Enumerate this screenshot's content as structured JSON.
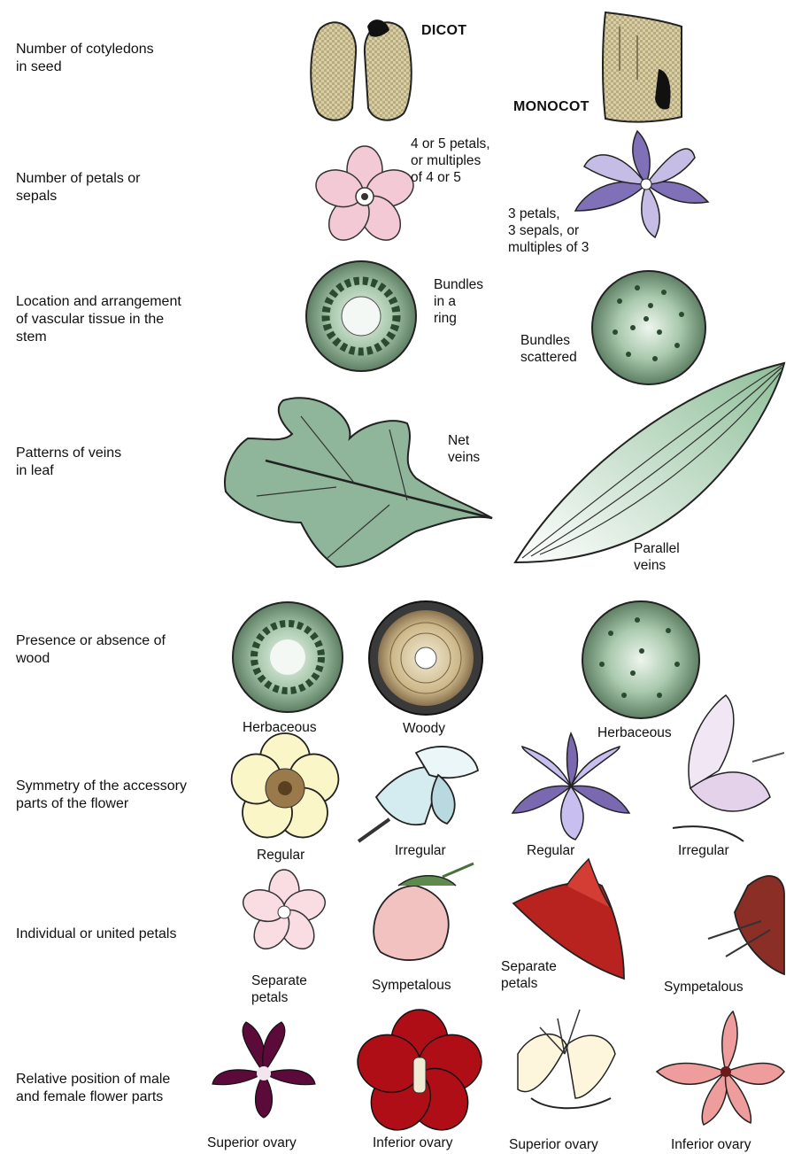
{
  "rows": [
    {
      "label": "Number of cotyledons\nin seed"
    },
    {
      "label": "Number of petals or\nsepals"
    },
    {
      "label": "Location and arrangement\nof vascular tissue in the\nstem"
    },
    {
      "label": "Patterns of veins\nin leaf"
    },
    {
      "label": "Presence or absence of\nwood"
    },
    {
      "label": "Symmetry of the accessory\nparts of the flower"
    },
    {
      "label": "Individual or united petals"
    },
    {
      "label": "Relative position of male\nand female flower parts"
    }
  ],
  "headers": {
    "dicot": "DICOT",
    "monocot": "MONOCOT"
  },
  "captions": {
    "dicot_petals": "4 or 5 petals,\nor multiples\nof 4 or 5",
    "monocot_petals": "3 petals,\n3 sepals, or\nmultiples of 3",
    "bundles_ring": "Bundles\nin a\nring",
    "bundles_scattered": "Bundles\nscattered",
    "net_veins": "Net\nveins",
    "parallel_veins": "Parallel\nveins",
    "herbaceous_1": "Herbaceous",
    "woody": "Woody",
    "herbaceous_2": "Herbaceous",
    "regular_1": "Regular",
    "irregular_1": "Irregular",
    "regular_2": "Regular",
    "irregular_2": "Irregular",
    "separate_1": "Separate\npetals",
    "sympetalous_1": "Sympetalous",
    "separate_2": "Separate\npetals",
    "sympetalous_2": "Sympetalous",
    "superior_1": "Superior ovary",
    "inferior_1": "Inferior ovary",
    "superior_2": "Superior ovary",
    "inferior_2": "Inferior ovary"
  }
}
